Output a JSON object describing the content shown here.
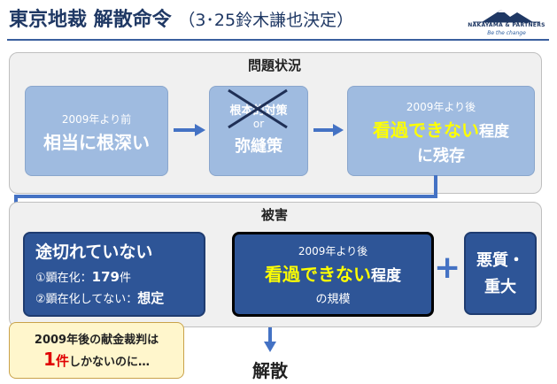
{
  "header": {
    "title": "東京地裁 解散命令",
    "subtitle": "（3･25鈴木謙也決定）"
  },
  "logo": {
    "name": "NAKAYAMA & PARTNERS",
    "tagline": "Be the change"
  },
  "problem_panel": {
    "label": "問題状況",
    "box1": {
      "line1": "2009年より前",
      "line2": "相当に根深い"
    },
    "box2": {
      "line1": "根本的対策",
      "line2": "or",
      "line3": "弥縫策"
    },
    "box3": {
      "line1": "2009年より後",
      "highlight": "看過できない",
      "suffix": "程度",
      "line3": "に残存"
    }
  },
  "damage_panel": {
    "label": "被害",
    "box1": {
      "title": "途切れていない",
      "item1_prefix": "①顕在化：",
      "item1_num": "179",
      "item1_unit": "件",
      "item2_prefix": "②顕在化してない：",
      "item2_value": "想定"
    },
    "box2": {
      "line1": "2009年より後",
      "highlight": "看過できない",
      "suffix": "程度",
      "line3": "の規模"
    },
    "plus": "+",
    "box3": {
      "line1": "悪質・",
      "line2": "重大"
    }
  },
  "callout": {
    "line1": "2009年後の献金裁判は",
    "num": "1",
    "unit": "件",
    "rest": "しかないのに…"
  },
  "conclusion": "解散",
  "colors": {
    "title_navy": "#1f3864",
    "light_box": "#9fbbe0",
    "dark_box": "#2e5597",
    "arrow": "#4472c4",
    "highlight_yellow": "#ffff00",
    "callout_red": "#e00000"
  }
}
